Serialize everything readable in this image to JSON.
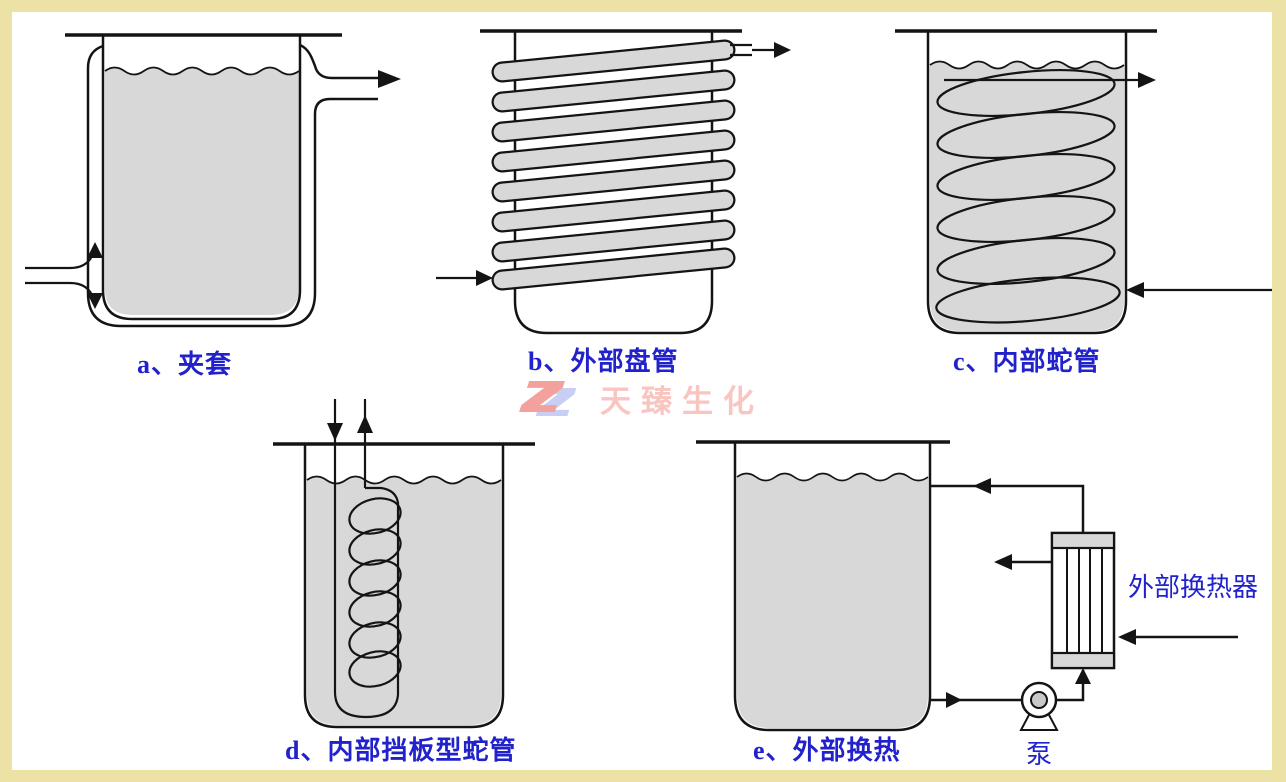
{
  "watermark": {
    "text": "天臻生化"
  },
  "panels": [
    {
      "id": "a",
      "label": "a、夹套"
    },
    {
      "id": "b",
      "label": "b、外部盘管"
    },
    {
      "id": "c",
      "label": "c、内部蛇管"
    },
    {
      "id": "d",
      "label": "d、内部挡板型蛇管"
    },
    {
      "id": "e",
      "label": "e、外部换热"
    }
  ],
  "annotations": {
    "pump": "泵",
    "external_exchanger": "外部换热器"
  },
  "colors": {
    "label_blue": "#2222CC",
    "liquid_gray": "#D8D8D8",
    "line": "#141414",
    "border_khaki": "#EDE2A6",
    "watermark_text": "#F9C5C1",
    "logo_front": "#F2A19D",
    "logo_back": "#C9CFF2"
  }
}
